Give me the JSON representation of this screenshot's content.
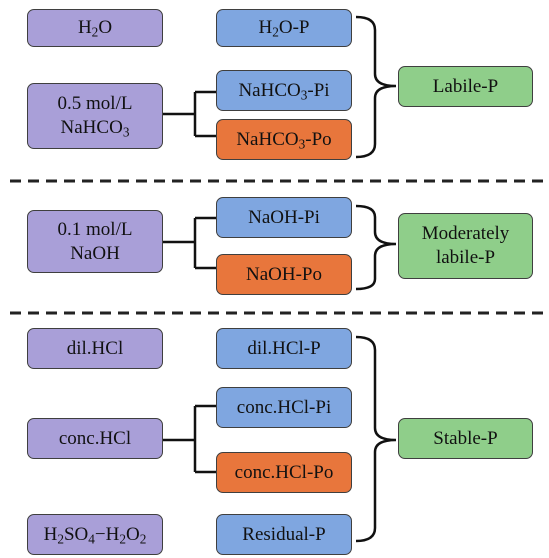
{
  "reagents": {
    "h2o": {
      "main": "H",
      "sub": "2",
      "rest": "O"
    },
    "nahco3": {
      "line1": "0.5 mol/L",
      "line2_main": "NaHCO",
      "line2_sub": "3"
    },
    "naoh": {
      "line1": "0.1 mol/L",
      "line2": "NaOH"
    },
    "dil_hcl": "dil.HCl",
    "conc_hcl": "conc.HCl",
    "h2so4": {
      "a": "H",
      "a_sub": "2",
      "b": "SO",
      "b_sub": "4",
      "dash": "−",
      "c": "H",
      "c_sub": "2",
      "d": "O",
      "d_sub": "2"
    }
  },
  "fractions": {
    "h2o_p": {
      "main": "H",
      "sub": "2",
      "rest": "O-P"
    },
    "nahco3_pi": {
      "main": "NaHCO",
      "sub": "3",
      "rest": "-Pi"
    },
    "nahco3_po": {
      "main": "NaHCO",
      "sub": "3",
      "rest": "-Po"
    },
    "naoh_pi": "NaOH-Pi",
    "naoh_po": "NaOH-Po",
    "dil_hcl_p": "dil.HCl-P",
    "conc_hcl_pi": "conc.HCl-Pi",
    "conc_hcl_po": "conc.HCl-Po",
    "residual_p": "Residual-P"
  },
  "pools": {
    "labile": "Labile-P",
    "moderately_line1": "Moderately",
    "moderately_line2": "labile-P",
    "stable": "Stable-P"
  },
  "colors": {
    "reagent": "#a99fd8",
    "inorganic": "#7fa6e0",
    "organic": "#e8763c",
    "pool": "#8fce8a"
  }
}
